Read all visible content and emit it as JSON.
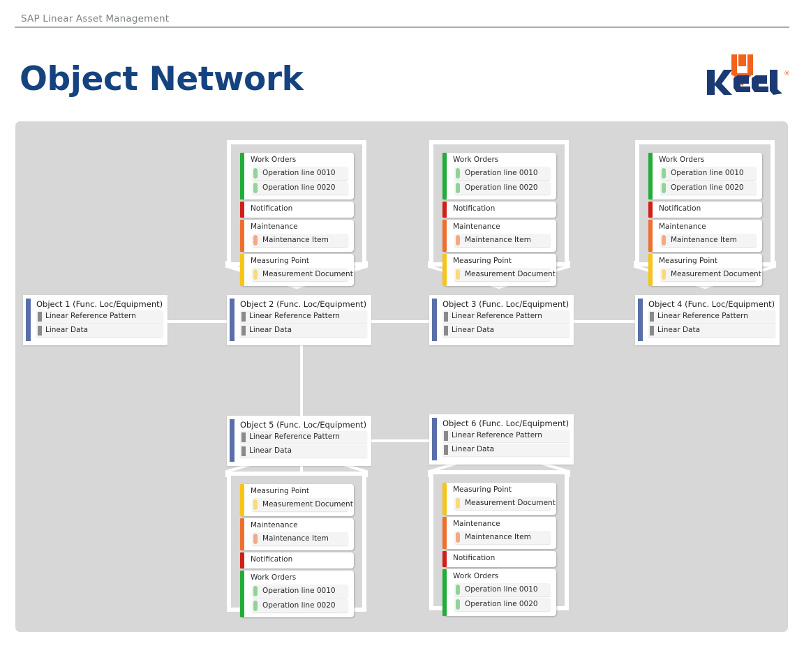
{
  "header": {
    "eyebrow": "SAP Linear Asset Management",
    "title": "Object Network"
  },
  "logo": {
    "wordmark": "Keel",
    "registered_mark": "®",
    "arrow_color": "#f1621f",
    "word_color": "#1b3a73"
  },
  "colors": {
    "canvas": "#d7d7d7",
    "connector": "#ffffff",
    "object_accent": "#5a6ea8",
    "object_child_accent": "#8a8a8a",
    "work_orders": "#22ac38",
    "work_orders_child": "#8fd498",
    "notification": "#cf1f17",
    "maintenance": "#ef6f2c",
    "maintenance_child": "#f4a884",
    "measuring_point": "#f6c518",
    "measuring_point_child": "#fbda7a",
    "title_blue": "#14437f",
    "eyebrow_gray": "#7f8285"
  },
  "labels": {
    "work_orders": "Work Orders",
    "operation_0010": "Operation line 0010",
    "operation_0020": "Operation line 0020",
    "notification": "Notification",
    "maintenance": "Maintenance",
    "maintenance_item": "Maintenance Item",
    "measuring_point": "Measuring Point",
    "measurement_document": "Measurement Document",
    "linear_reference_pattern": "Linear Reference Pattern",
    "linear_data": "Linear Data"
  },
  "objects": [
    {
      "id": "object-1",
      "title": "Object 1 (Func. Loc/Equipment)",
      "rows": [
        "Linear Reference Pattern",
        "Linear Data"
      ]
    },
    {
      "id": "object-2",
      "title": "Object 2 (Func. Loc/Equipment)",
      "rows": [
        "Linear Reference Pattern",
        "Linear Data"
      ]
    },
    {
      "id": "object-3",
      "title": "Object 3 (Func. Loc/Equipment)",
      "rows": [
        "Linear Reference Pattern",
        "Linear Data"
      ]
    },
    {
      "id": "object-4",
      "title": "Object 4 (Func. Loc/Equipment)",
      "rows": [
        "Linear Reference Pattern",
        "Linear Data"
      ]
    },
    {
      "id": "object-5",
      "title": "Object 5 (Func. Loc/Equipment)",
      "rows": [
        "Linear Reference Pattern",
        "Linear Data"
      ]
    },
    {
      "id": "object-6",
      "title": "Object 6 (Func. Loc/Equipment)",
      "rows": [
        "Linear Reference Pattern",
        "Linear Data"
      ]
    }
  ],
  "groups": {
    "top_order": [
      "Work Orders",
      "Notification",
      "Maintenance",
      "Measuring Point"
    ],
    "bottom_order": [
      "Measuring Point",
      "Maintenance",
      "Notification",
      "Work Orders"
    ],
    "nodes": {
      "work_orders": {
        "title": "Work Orders",
        "children": [
          "Operation line 0010",
          "Operation line 0020"
        ]
      },
      "notification": {
        "title": "Notification",
        "children": []
      },
      "maintenance": {
        "title": "Maintenance",
        "children": [
          "Maintenance Item"
        ]
      },
      "measuring_point": {
        "title": "Measuring Point",
        "children": [
          "Measurement Document"
        ]
      }
    }
  }
}
